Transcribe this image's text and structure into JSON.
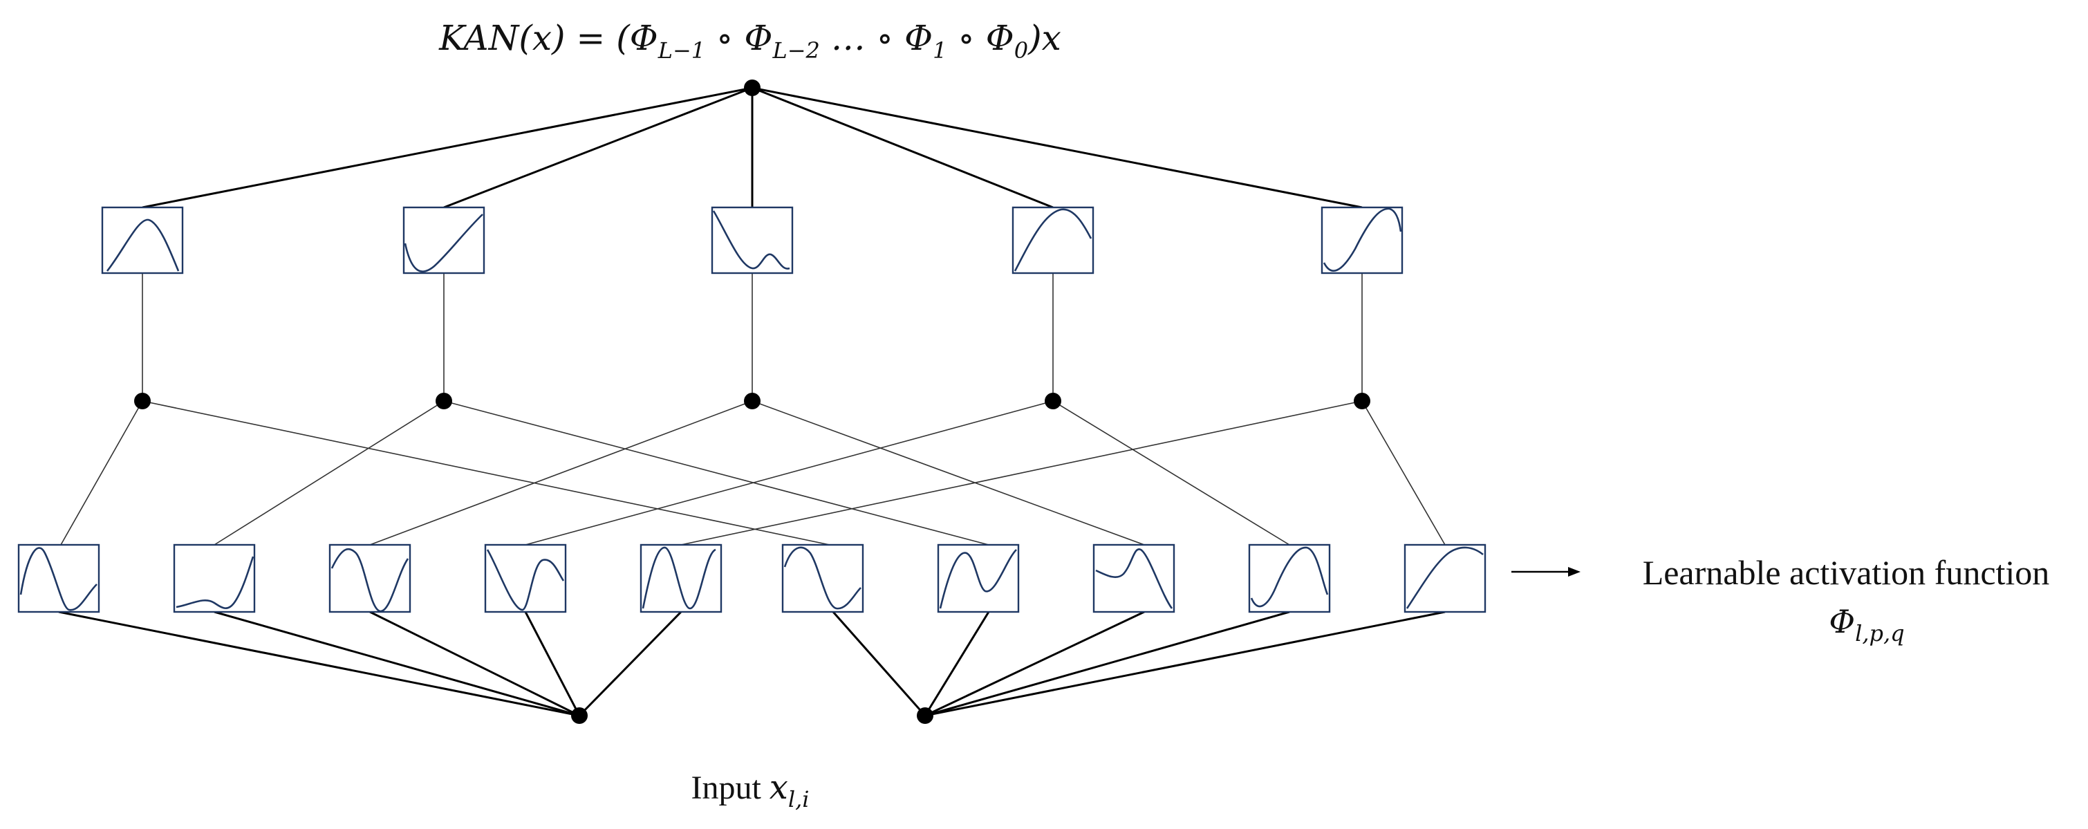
{
  "formula": {
    "lhs": "KAN(x) = (",
    "phi1_base": "Φ",
    "phi1_sub": "L−1",
    "comp1": " ∘ ",
    "phi2_base": "Φ",
    "phi2_sub": "L−2",
    "dots": " … ∘ ",
    "phi3_base": "Φ",
    "phi3_sub": "1",
    "comp2": " ∘ ",
    "phi4_base": "Φ",
    "phi4_sub": "0",
    "rhs": ")x"
  },
  "legend": {
    "label": "Learnable activation function",
    "symbol_base": "Φ",
    "symbol_sub": "l,p,q"
  },
  "input_label": {
    "text": "Input ",
    "var_base": "x",
    "var_sub": "l,i"
  },
  "colors": {
    "box_stroke": "#1f3864",
    "curve": "#1f3864",
    "node": "#000000"
  }
}
